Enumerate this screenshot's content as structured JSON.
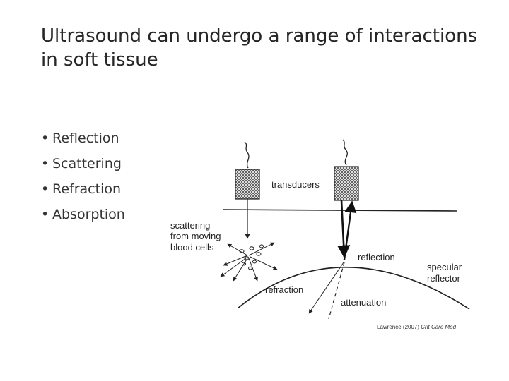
{
  "slide": {
    "title_line1": "Ultrasound can undergo a range of interactions",
    "title_line2": "in soft tissue",
    "bullets": [
      "Reflection",
      "Scattering",
      "Refraction",
      "Absorption"
    ]
  },
  "diagram": {
    "labels": {
      "transducers": "transducers",
      "scattering_line1": "scattering",
      "scattering_line2": "from moving",
      "scattering_line3": "blood cells",
      "reflection": "reflection",
      "specular_line1": "specular",
      "specular_line2": "reflector",
      "refraction": "refraction",
      "attenuation": "attenuation"
    }
  },
  "citation": {
    "author": "Lawrence (2007)",
    "journal": "Crit Care Med"
  }
}
